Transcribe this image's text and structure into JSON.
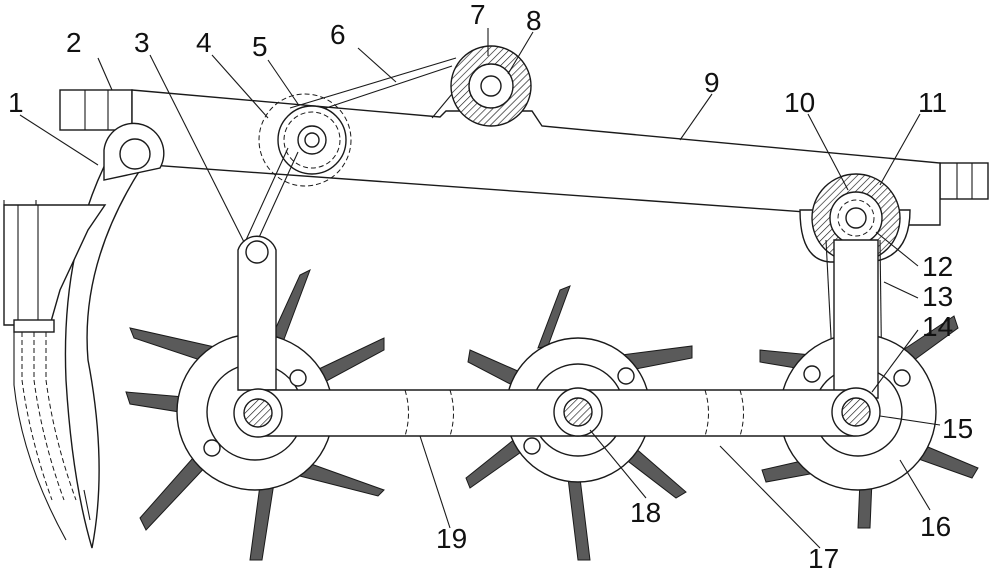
{
  "labels": {
    "l1": "1",
    "l2": "2",
    "l3": "3",
    "l4": "4",
    "l5": "5",
    "l6": "6",
    "l7": "7",
    "l8": "8",
    "l9": "9",
    "l10": "10",
    "l11": "11",
    "l12": "12",
    "l13": "13",
    "l14": "14",
    "l15": "15",
    "l16": "16",
    "l17": "17",
    "l18": "18",
    "l19": "19"
  },
  "colors": {
    "line": "#1a1a1a",
    "blade": "#5a5a5a",
    "background": "#ffffff"
  }
}
